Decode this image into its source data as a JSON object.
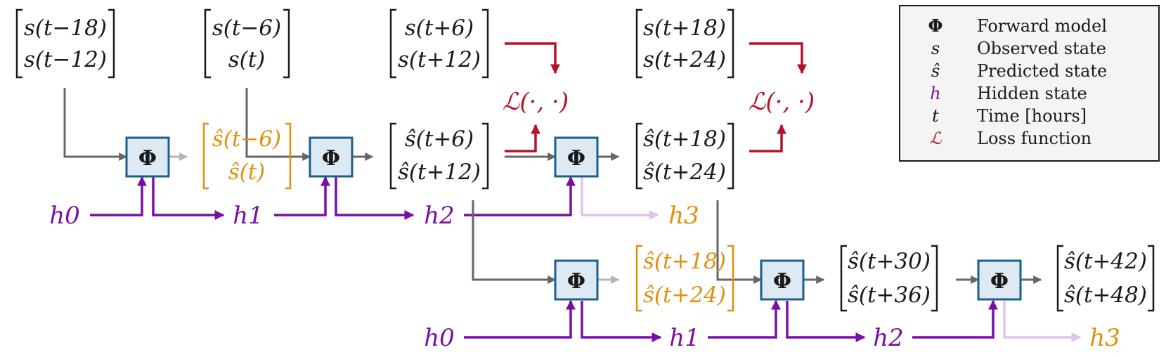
{
  "colors": {
    "black": "#1a1a1a",
    "gray": "#666666",
    "lightgray": "#b5b5b5",
    "purple": "#7a0ea6",
    "lightpurple": "#dfc3ea",
    "orange": "#e0900d",
    "red": "#b5122b",
    "box_fill": "#dde9f3",
    "box_stroke": "#1a5f8f"
  },
  "phi_symbol": "Φ",
  "loss_symbol": "ℒ(·, ·)",
  "top_row": {
    "obs1": {
      "line1": "s(t−18)",
      "line2": "s(t−12)"
    },
    "obs2": {
      "line1": "s(t−6)",
      "line2": "s(t)"
    },
    "obs3": {
      "line1": "s(t+6)",
      "line2": "s(t+12)"
    },
    "obs4": {
      "line1": "s(t+18)",
      "line2": "s(t+24)"
    },
    "pred1": {
      "line1": "ŝ(t−6)",
      "line2": "ŝ(t)"
    },
    "pred2": {
      "line1": "ŝ(t+6)",
      "line2": "ŝ(t+12)"
    },
    "pred3": {
      "line1": "ŝ(t+18)",
      "line2": "ŝ(t+24)"
    },
    "hidden": [
      "h0",
      "h1",
      "h2",
      "h3"
    ]
  },
  "bottom_row": {
    "pred1": {
      "line1": "ŝ(t+18)",
      "line2": "ŝ(t+24)"
    },
    "pred2": {
      "line1": "ŝ(t+30)",
      "line2": "ŝ(t+36)"
    },
    "pred3": {
      "line1": "ŝ(t+42)",
      "line2": "ŝ(t+48)"
    },
    "hidden": [
      "h0",
      "h1",
      "h2",
      "h3"
    ]
  },
  "legend": [
    {
      "key": "Φ",
      "label": "Forward model",
      "color": "#1a1a1a"
    },
    {
      "key": "s",
      "label": "Observed state",
      "color": "#1a1a1a"
    },
    {
      "key": "ŝ",
      "label": "Predicted state",
      "color": "#1a1a1a"
    },
    {
      "key": "h",
      "label": "Hidden state",
      "color": "#7a0ea6"
    },
    {
      "key": "t",
      "label": "Time [hours]",
      "color": "#1a1a1a"
    },
    {
      "key": "ℒ",
      "label": "Loss function",
      "color": "#b5122b"
    }
  ]
}
